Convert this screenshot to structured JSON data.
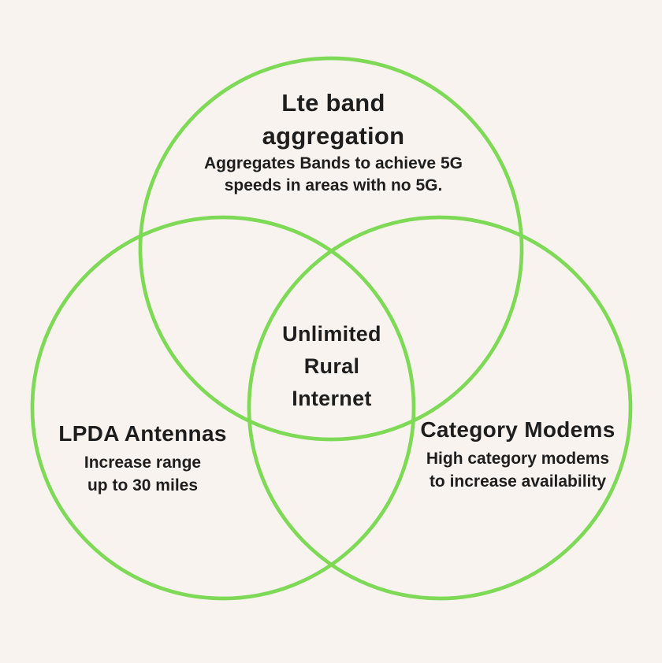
{
  "colors": {
    "background": "#f8f3ee",
    "circle_outline": "#7ed957",
    "text": "#1e1e1e"
  },
  "venn": {
    "center": {
      "lines": [
        "Unlimited",
        "Rural",
        "Internet"
      ]
    },
    "circles": [
      {
        "title_lines": [
          "Lte band",
          "aggregation"
        ],
        "description_lines": [
          "Aggregates Bands to achieve 5G",
          "speeds in areas with no 5G."
        ]
      },
      {
        "title_lines": [
          "LPDA Antennas"
        ],
        "description_lines": [
          "Increase range",
          "up to 30 miles"
        ]
      },
      {
        "title_lines": [
          "Category Modems"
        ],
        "description_lines": [
          "High category modems",
          "to increase availability"
        ]
      }
    ]
  }
}
